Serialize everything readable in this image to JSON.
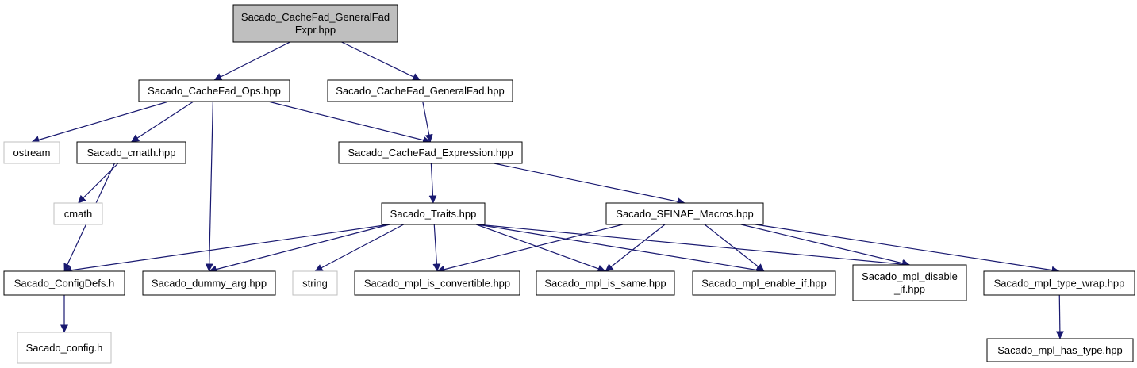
{
  "diagram": {
    "type": "include-dependency-graph",
    "colors": {
      "edge": "#191970",
      "root_fill": "#bfbfbf",
      "box_border": "#000000",
      "external_border": "#bfbfbf",
      "text": "#000000"
    },
    "nodes": {
      "root": [
        "Sacado_CacheFad_GeneralFad",
        "Expr.hpp"
      ],
      "ops": [
        "Sacado_CacheFad_Ops.hpp"
      ],
      "generalfad": [
        "Sacado_CacheFad_GeneralFad.hpp"
      ],
      "ostream": [
        "ostream"
      ],
      "cmath_hpp": [
        "Sacado_cmath.hpp"
      ],
      "expression": [
        "Sacado_CacheFad_Expression.hpp"
      ],
      "cmath": [
        "cmath"
      ],
      "traits": [
        "Sacado_Traits.hpp"
      ],
      "sfinae": [
        "Sacado_SFINAE_Macros.hpp"
      ],
      "configdefs": [
        "Sacado_ConfigDefs.h"
      ],
      "dummy": [
        "Sacado_dummy_arg.hpp"
      ],
      "string": [
        "string"
      ],
      "convertible": [
        "Sacado_mpl_is_convertible.hpp"
      ],
      "is_same": [
        "Sacado_mpl_is_same.hpp"
      ],
      "enable_if": [
        "Sacado_mpl_enable_if.hpp"
      ],
      "disable_if": [
        "Sacado_mpl_disable",
        "_if.hpp"
      ],
      "type_wrap": [
        "Sacado_mpl_type_wrap.hpp"
      ],
      "config": [
        "Sacado_config.h"
      ],
      "has_type": [
        "Sacado_mpl_has_type.hpp"
      ]
    },
    "edges": [
      [
        "root",
        "ops"
      ],
      [
        "root",
        "generalfad"
      ],
      [
        "ops",
        "ostream"
      ],
      [
        "ops",
        "cmath_hpp"
      ],
      [
        "ops",
        "expression"
      ],
      [
        "ops",
        "dummy"
      ],
      [
        "generalfad",
        "expression"
      ],
      [
        "cmath_hpp",
        "cmath"
      ],
      [
        "cmath_hpp",
        "configdefs"
      ],
      [
        "expression",
        "traits"
      ],
      [
        "expression",
        "sfinae"
      ],
      [
        "traits",
        "configdefs"
      ],
      [
        "traits",
        "dummy"
      ],
      [
        "traits",
        "string"
      ],
      [
        "traits",
        "convertible"
      ],
      [
        "traits",
        "is_same"
      ],
      [
        "traits",
        "enable_if"
      ],
      [
        "traits",
        "disable_if"
      ],
      [
        "sfinae",
        "convertible"
      ],
      [
        "sfinae",
        "is_same"
      ],
      [
        "sfinae",
        "enable_if"
      ],
      [
        "sfinae",
        "disable_if"
      ],
      [
        "sfinae",
        "type_wrap"
      ],
      [
        "configdefs",
        "config"
      ],
      [
        "type_wrap",
        "has_type"
      ]
    ]
  }
}
